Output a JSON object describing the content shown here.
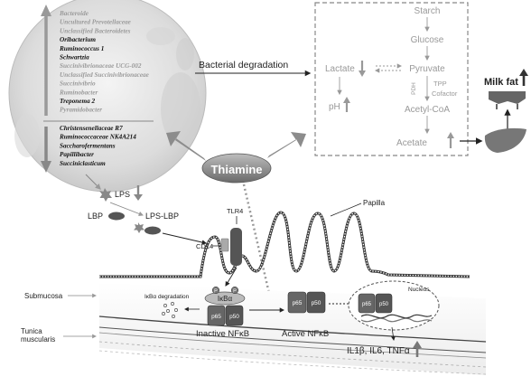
{
  "bacteria": {
    "decreased": [
      {
        "name": "Bacteroide",
        "highlight": false
      },
      {
        "name": "Uncultured Prevotellaceae",
        "highlight": false
      },
      {
        "name": "Unclassified Bacteroidetes",
        "highlight": false
      },
      {
        "name": "Oribacterium",
        "highlight": true
      },
      {
        "name": "Ruminococcus 1",
        "highlight": true
      },
      {
        "name": "Schwartzia",
        "highlight": true
      },
      {
        "name": "Succinivibrionaceae UCG-002",
        "highlight": false
      },
      {
        "name": "Unclassified Succinivibrionaceae",
        "highlight": false
      },
      {
        "name": "Succinivibrio",
        "highlight": false
      },
      {
        "name": "Ruminobacter",
        "highlight": false
      },
      {
        "name": "Treponema 2",
        "highlight": true
      },
      {
        "name": "Pyramidobacter",
        "highlight": false
      }
    ],
    "increased": [
      {
        "name": "Christensenellaceae R7",
        "highlight": true
      },
      {
        "name": "Ruminococcaceae NK4A214",
        "highlight": true
      },
      {
        "name": "Saccharofermentans",
        "highlight": true
      },
      {
        "name": "Papillibacter",
        "highlight": true
      },
      {
        "name": "Succiniclasticum",
        "highlight": true
      }
    ]
  },
  "thiamine": "Thiamine",
  "bacterial_degradation": "Bacterial degradation",
  "pathway": {
    "starch": "Starch",
    "glucose": "Glucose",
    "pyruvate": "Pyruvate",
    "lactate": "Lactate",
    "ph": "pH",
    "pdh": "PDH",
    "tpp": "TPP",
    "cofactor": "Cofactor",
    "acetyl_coa": "Acetyl-CoA",
    "acetate": "Acetate"
  },
  "milk_fat": "Milk fat",
  "lps": "LPS",
  "lbp": "LBP",
  "lps_lbp": "LPS-LBP",
  "tlr4": "TLR4",
  "cd14": "CD14",
  "papilla": "Papilla",
  "submucosa": "Submucosa",
  "tunica": [
    "Tunica",
    "muscularis"
  ],
  "ikba_degradation": "IκBα degradation",
  "ikba": "IκBα",
  "p_badge": "P",
  "p65": "p65",
  "p50": "p50",
  "inactive_nfkb": "Inactive NFκB",
  "active_nfkb": "Active NFκB",
  "nucleus": "Nucleus",
  "cytokines": "IL1β, IL6, TNFα",
  "colors": {
    "arrow_grey": "#8a8a8a",
    "dark": "#333333",
    "taxa_dark": "#111111",
    "taxa_light": "#9a9a9a"
  }
}
